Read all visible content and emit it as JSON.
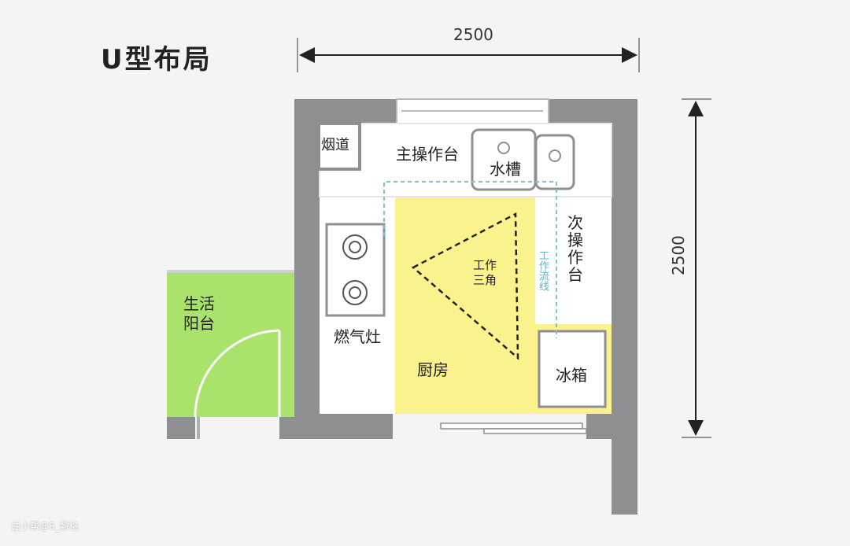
{
  "title": "U型布局",
  "dimensions": {
    "width": "2500",
    "height": "2500"
  },
  "zones": {
    "flue": "烟道",
    "main_counter": "主操作台",
    "sink": "水槽",
    "secondary_counter": "次\n操\n作\n台",
    "stove": "燃气灶",
    "work_triangle": "工作\n三角",
    "work_flow": "工作流线",
    "kitchen": "厨房",
    "fridge": "冰箱",
    "balcony": "生活\n阳台"
  },
  "watermark": "住小帮@S_薪格",
  "colors": {
    "wall": "#8e8f91",
    "floor": "#ffffff",
    "kitchen_fill": "#faf28c",
    "balcony_fill": "#a9e36b",
    "flow_line": "#7ec3cf",
    "triangle": "#222222",
    "background": "#f4f4f4"
  }
}
